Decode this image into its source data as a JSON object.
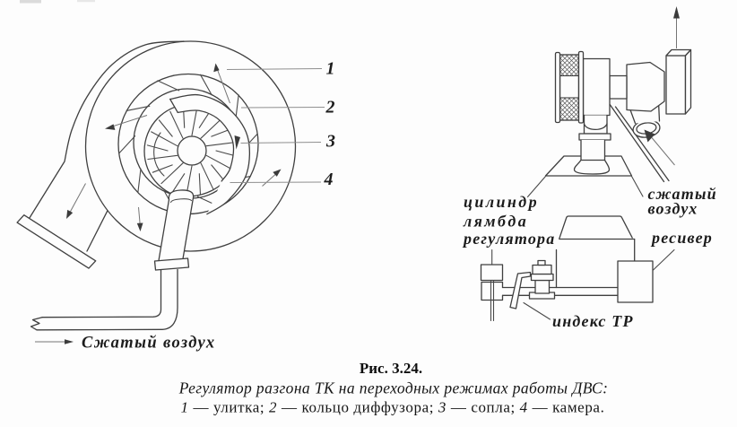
{
  "colors": {
    "ink": "#3f3f3f",
    "text": "#1f1f1f",
    "leader": "#8f8f8f",
    "background": "#fdfdfd"
  },
  "left_figure": {
    "part_labels": [
      "1",
      "2",
      "3",
      "4"
    ],
    "flow_label": "Сжатый воздух"
  },
  "right_figure": {
    "cylinder_label_lines": [
      "цилиндр",
      "лямбда",
      "регулятора"
    ],
    "air_label_lines": [
      "сжатый",
      "воздух"
    ],
    "receiver_label": "ресивер",
    "index_label": "индекс ТР"
  },
  "caption": {
    "title": "Рис. 3.24.",
    "subtitle": "Регулятор разгона ТК на переходных режимах работы ДВС:",
    "legend": [
      {
        "num": "1",
        "text": " — улитка; "
      },
      {
        "num": "2",
        "text": " — кольцо диффузора; "
      },
      {
        "num": "3",
        "text": " — сопла; "
      },
      {
        "num": "4",
        "text": " — камера."
      }
    ]
  }
}
